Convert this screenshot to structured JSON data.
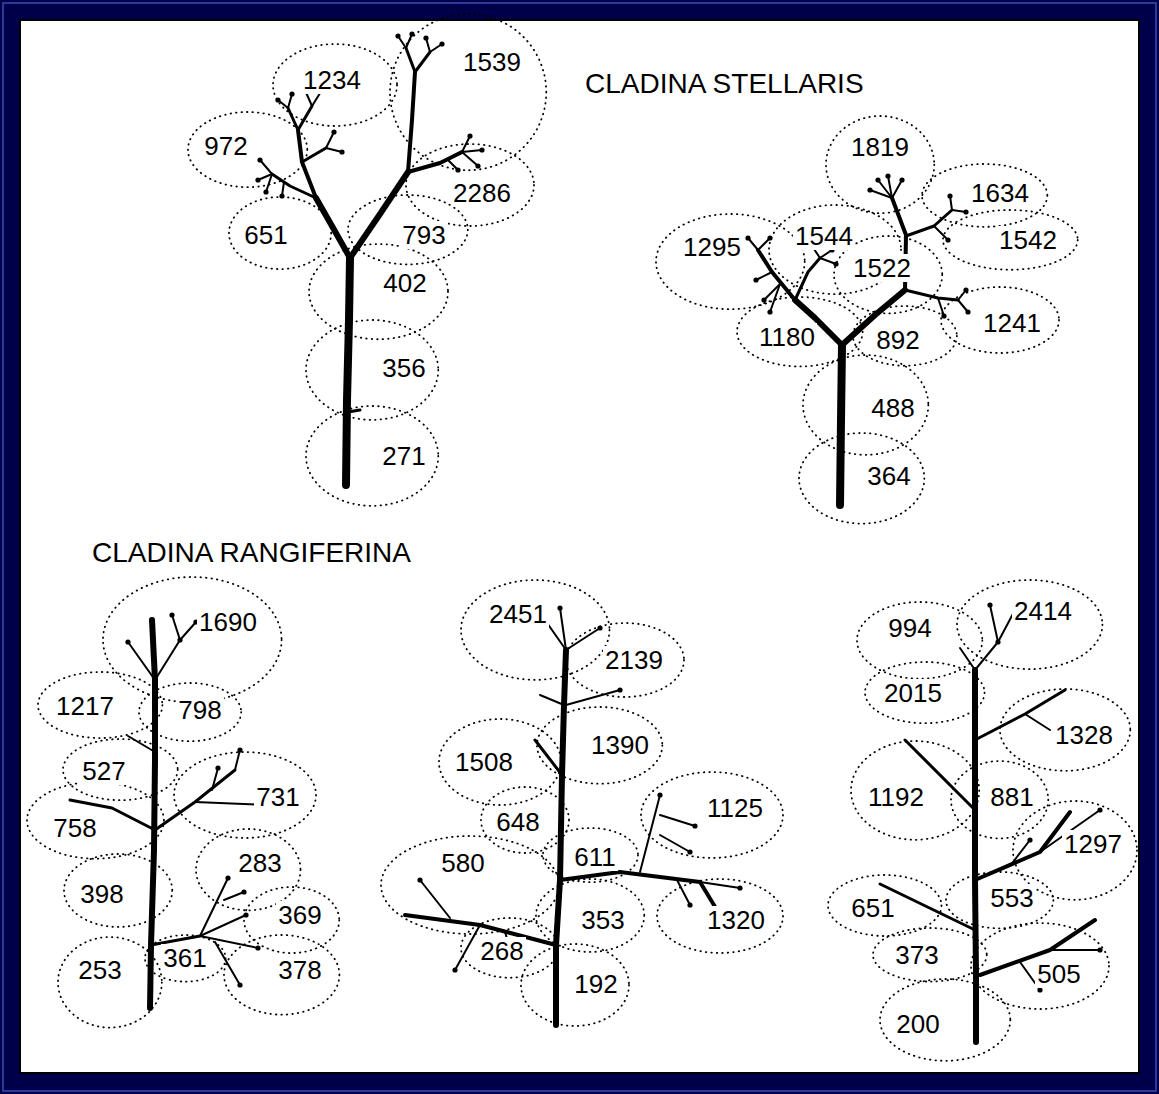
{
  "diagram": {
    "nodes": [
      {
        "text": [
          "1234"
        ]
      },
      {
        "text": [
          "1539"
        ]
      },
      {
        "text": [
          "972"
        ]
      },
      {
        "text": [
          "2286"
        ]
      },
      {
        "text": [
          "651"
        ]
      },
      {
        "text": [
          "793"
        ]
      },
      {
        "text": [
          "402"
        ]
      },
      {
        "text": [
          "356"
        ]
      },
      {
        "text": [
          "271"
        ]
      },
      {
        "text": [
          "1819"
        ]
      },
      {
        "text": [
          "1634"
        ]
      },
      {
        "text": [
          "1542"
        ]
      },
      {
        "text": [
          "1295"
        ]
      },
      {
        "text": [
          "1544"
        ]
      },
      {
        "text": [
          "1522"
        ]
      },
      {
        "text": [
          "1180"
        ]
      },
      {
        "text": [
          "892"
        ]
      },
      {
        "text": [
          "1241"
        ]
      },
      {
        "text": [
          "488"
        ]
      },
      {
        "text": [
          "364"
        ]
      },
      {
        "text": [
          "1690"
        ]
      },
      {
        "text": [
          "1217"
        ]
      },
      {
        "text": [
          "798"
        ]
      },
      {
        "text": [
          "527"
        ]
      },
      {
        "text": [
          "731"
        ]
      },
      {
        "text": [
          "758"
        ]
      },
      {
        "text": [
          "398"
        ]
      },
      {
        "text": [
          "283"
        ]
      },
      {
        "text": [
          "369"
        ]
      },
      {
        "text": [
          "253"
        ]
      },
      {
        "text": [
          "361"
        ]
      },
      {
        "text": [
          "378"
        ]
      },
      {
        "text": [
          "2451"
        ]
      },
      {
        "text": [
          "2139"
        ]
      },
      {
        "text": [
          "1508"
        ]
      },
      {
        "text": [
          "1390"
        ]
      },
      {
        "text": [
          "648"
        ]
      },
      {
        "text": [
          "1125"
        ]
      },
      {
        "text": [
          "580"
        ]
      },
      {
        "text": [
          "611"
        ]
      },
      {
        "text": [
          "353"
        ]
      },
      {
        "text": [
          "1320"
        ]
      },
      {
        "text": [
          "268"
        ]
      },
      {
        "text": [
          "192"
        ]
      },
      {
        "text": [
          "994"
        ]
      },
      {
        "text": [
          "2414"
        ]
      },
      {
        "text": [
          "2015"
        ]
      },
      {
        "text": [
          "1328"
        ]
      },
      {
        "text": [
          "1192"
        ]
      },
      {
        "text": [
          "881"
        ]
      },
      {
        "text": [
          "1297"
        ]
      },
      {
        "text": [
          "651"
        ]
      },
      {
        "text": [
          "553"
        ]
      },
      {
        "text": [
          "373"
        ]
      },
      {
        "text": [
          "505"
        ]
      },
      {
        "text": [
          "200"
        ]
      }
    ],
    "labels": [
      "CLADINA STELLARIS",
      "CLADINA RANGIFERINA"
    ]
  }
}
